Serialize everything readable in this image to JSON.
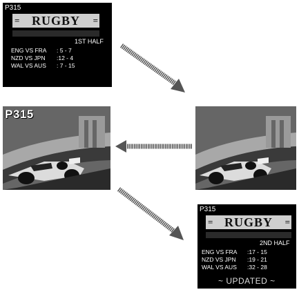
{
  "top_screen": {
    "page": "P315",
    "banner_title": "RUGBY",
    "banner_dash": "=",
    "half_label": "1ST HALF",
    "rows": [
      {
        "match": "ENG VS FRA",
        "score": ": 5 - 7"
      },
      {
        "match": "NZD VS JPN",
        "score": ":12 - 4"
      },
      {
        "match": "WAL VS AUS",
        "score": ": 7 - 15"
      }
    ]
  },
  "left_screen": {
    "badge": "P315"
  },
  "bottom_screen": {
    "page": "P315",
    "banner_title": "RUGBY",
    "banner_dash": "=",
    "half_label": "2ND HALF",
    "rows": [
      {
        "match": "ENG VS FRA",
        "score": ":17 - 15"
      },
      {
        "match": "NZD VS JPN",
        "score": ":19 - 21"
      },
      {
        "match": "WAL VS AUS",
        "score": ":32 - 28"
      }
    ],
    "status": "~ UPDATED ~"
  }
}
